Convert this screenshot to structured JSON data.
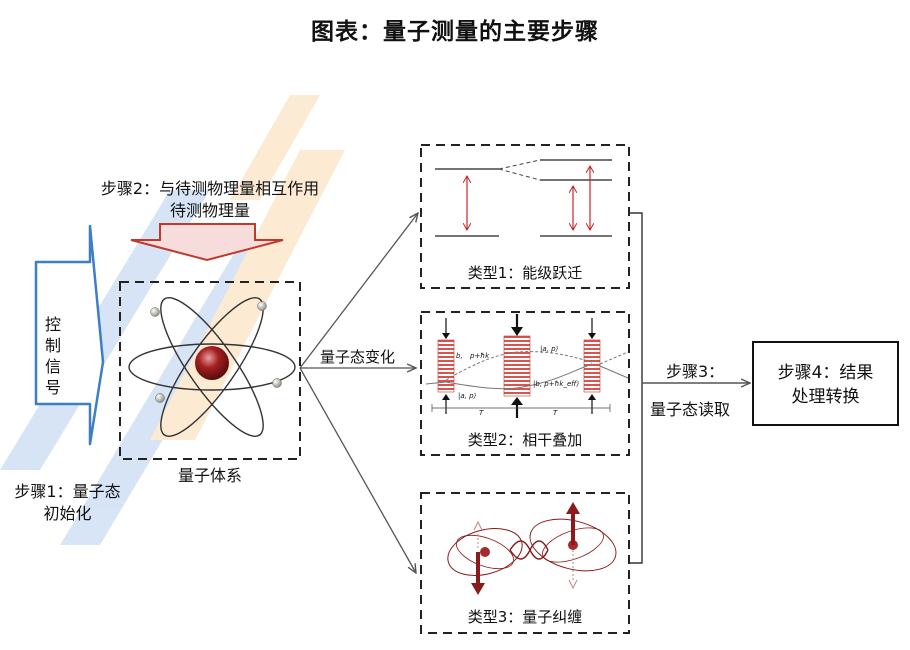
{
  "title": "图表：量子测量的主要步骤",
  "step2": {
    "line1": "步骤2：与待测物理量相互作用",
    "line2": "待测物理量"
  },
  "control_signal": {
    "chars": [
      "控",
      "制",
      "信",
      "号"
    ]
  },
  "step1": {
    "line1": "步骤1：量子态",
    "line2": "初始化"
  },
  "quantum_system": {
    "label": "量子体系"
  },
  "state_change_label": "量子态变化",
  "types": {
    "type1": "类型1：能级跃迁",
    "type2": "类型2：相干叠加",
    "type3": "类型3：量子纠缠"
  },
  "step3": {
    "line1": "步骤3：",
    "line2": "量子态读取"
  },
  "step4": {
    "line1": "步骤4：结果",
    "line2": "处理转换"
  },
  "type2_plot_labels": [
    "b,",
    "p+ħk",
    "|a, p⟩",
    "|a, p⟩",
    "|b, p+ħk_eff⟩",
    "T",
    "T"
  ],
  "colors": {
    "red": "#c0392b",
    "dark_red": "#8b1a1a",
    "blue_arrow": "#3c7fc5",
    "watermark_blue": "#4a8ad8",
    "watermark_orange": "#f2a33a"
  }
}
